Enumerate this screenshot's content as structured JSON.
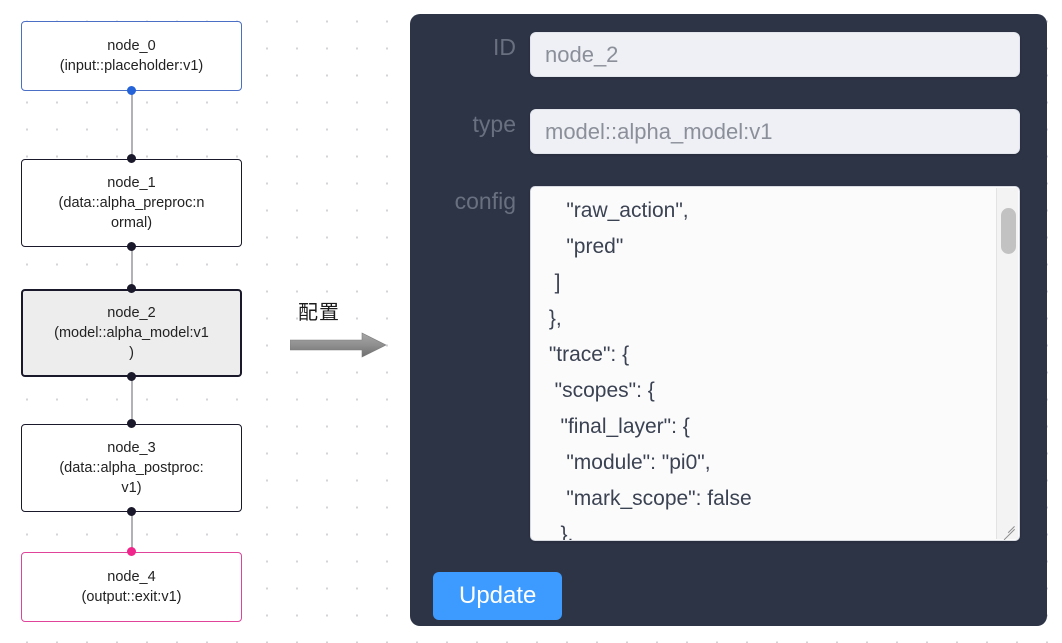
{
  "flow": {
    "nodes": [
      {
        "id": "node_0",
        "title": "node_0",
        "subtitle": "(input::placeholder:v1)",
        "kind": "input",
        "label": "node_0\n(input::placeholder:v1)"
      },
      {
        "id": "node_1",
        "title": "node_1",
        "subtitle": "(data::alpha_preproc:normal)",
        "kind": "default",
        "label": "node_1\n(data::alpha_preproc:n\normal)"
      },
      {
        "id": "node_2",
        "title": "node_2",
        "subtitle": "(model::alpha_model:v1)",
        "kind": "selected",
        "label": "node_2\n(model::alpha_model:v1\n)"
      },
      {
        "id": "node_3",
        "title": "node_3",
        "subtitle": "(data::alpha_postproc:v1)",
        "kind": "default",
        "label": "node_3\n(data::alpha_postproc:\nv1)"
      },
      {
        "id": "node_4",
        "title": "node_4",
        "subtitle": "(output::exit:v1)",
        "kind": "output",
        "label": "node_4\n(output::exit:v1)"
      }
    ],
    "colors": {
      "input_border": "#4a6fc4",
      "output_border": "#e0449a",
      "default_border": "#1a192b",
      "selected_fill": "#ededed",
      "edge": "#b1b1b7",
      "handle": "#1a192b",
      "handle_input": "#2563d9",
      "handle_output": "#f0268c"
    }
  },
  "annotation": {
    "text": "配置",
    "arrow": "right-arrow"
  },
  "inspector": {
    "panel_color": "#2d3446",
    "fields": [
      {
        "key": "id",
        "label": "ID",
        "value": "node_2",
        "placeholder": "ID"
      },
      {
        "key": "type",
        "label": "type",
        "value": "model::alpha_model:v1",
        "placeholder": "type"
      },
      {
        "key": "config",
        "label": "config",
        "value": "    \"raw_action\",\n    \"pred\"\n  ]\n },\n \"trace\": {\n  \"scopes\": {\n   \"final_layer\": {\n    \"module\": \"pi0\",\n    \"mark_scope\": false\n   },\n   \"action_model\": {",
        "placeholder": "config"
      }
    ],
    "update_label": "Update",
    "update_color": "#3d9bff"
  }
}
